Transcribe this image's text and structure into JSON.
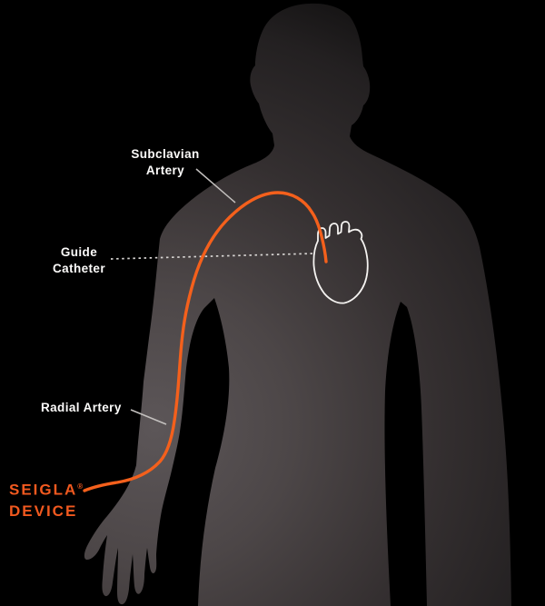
{
  "diagram": {
    "title_semantic": "Radial artery access catheter pathway illustration",
    "background_color": "#000000",
    "accent_color": "#F1591F",
    "silhouette_color_light": "#5C5658",
    "silhouette_color_dark": "#000000",
    "line_color": "#C3C0BE",
    "text_color": "#FCFBFA",
    "labels": {
      "subclavian": {
        "line1": "Subclavian",
        "line2": "Artery"
      },
      "guide": {
        "line1": "Guide",
        "line2": "Catheter"
      },
      "radial": {
        "text": "Radial Artery"
      },
      "device": {
        "brand": "SEIGLA",
        "reg": "®",
        "line2": "DEVICE"
      }
    }
  }
}
